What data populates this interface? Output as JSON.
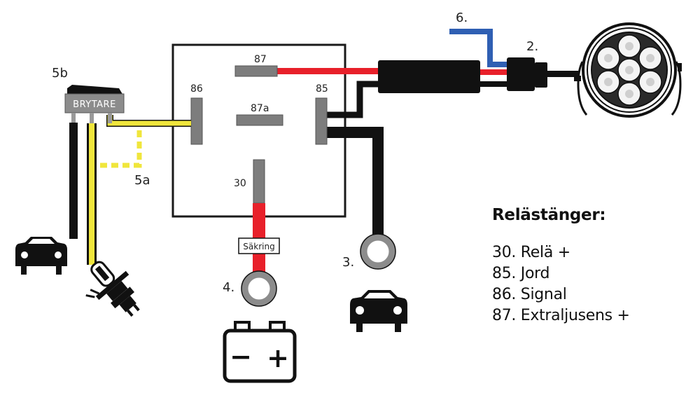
{
  "diagram": {
    "switch_label": "BRYTARE",
    "fuse_label": "Säkring",
    "pins": {
      "p87": "87",
      "p87a": "87a",
      "p86": "86",
      "p85": "85",
      "p30": "30"
    },
    "callouts": {
      "c2": "2.",
      "c3": "3.",
      "c4": "4.",
      "c5a": "5a",
      "c5b": "5b",
      "c6": "6."
    },
    "battery": {
      "minus": "−",
      "plus": "+"
    }
  },
  "legend": {
    "title": "Reläst änger:",
    "items": [
      "30. Relä +",
      "85. Jord",
      "86. Signal",
      "87. Extraljusens +"
    ]
  },
  "colors": {
    "wire_red": "#e8202a",
    "wire_yellow": "#f0e63c",
    "wire_blue": "#2f5fb3",
    "wire_black": "#111111",
    "pin_gray": "#7d7d7d"
  }
}
